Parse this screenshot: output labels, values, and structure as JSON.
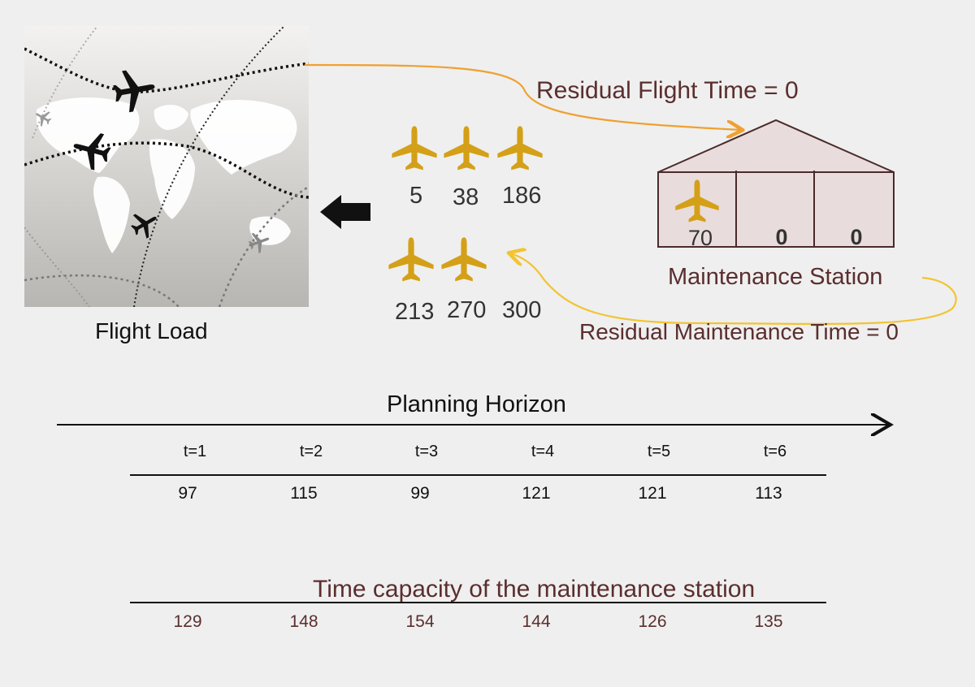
{
  "flight_load": {
    "label": "Flight Load"
  },
  "residual_flight": {
    "label": "Residual Flight Time = 0"
  },
  "residual_maintenance": {
    "label": "Residual Maintenance Time = 0"
  },
  "maintenance_station": {
    "label": "Maintenance Station",
    "slots": [
      "70",
      "0",
      "0"
    ]
  },
  "fleet": {
    "row1": [
      "5",
      "38",
      "186"
    ],
    "row2": [
      "213",
      "270",
      "300"
    ]
  },
  "planning_horizon": {
    "label": "Planning Horizon",
    "periods": [
      "t=1",
      "t=2",
      "t=3",
      "t=4",
      "t=5",
      "t=6"
    ],
    "flight_load": [
      "97",
      "115",
      "99",
      "121",
      "121",
      "113"
    ]
  },
  "capacity": {
    "title": "Time capacity of the maintenance station",
    "values": [
      "129",
      "148",
      "154",
      "144",
      "126",
      "135"
    ]
  },
  "colors": {
    "aircraft": "#d4a017",
    "accent_text": "#5b2e2e",
    "hangar_fill": "#e9dcdc",
    "flight_arrow": "#f0a030",
    "maint_arrow": "#f2c431"
  }
}
